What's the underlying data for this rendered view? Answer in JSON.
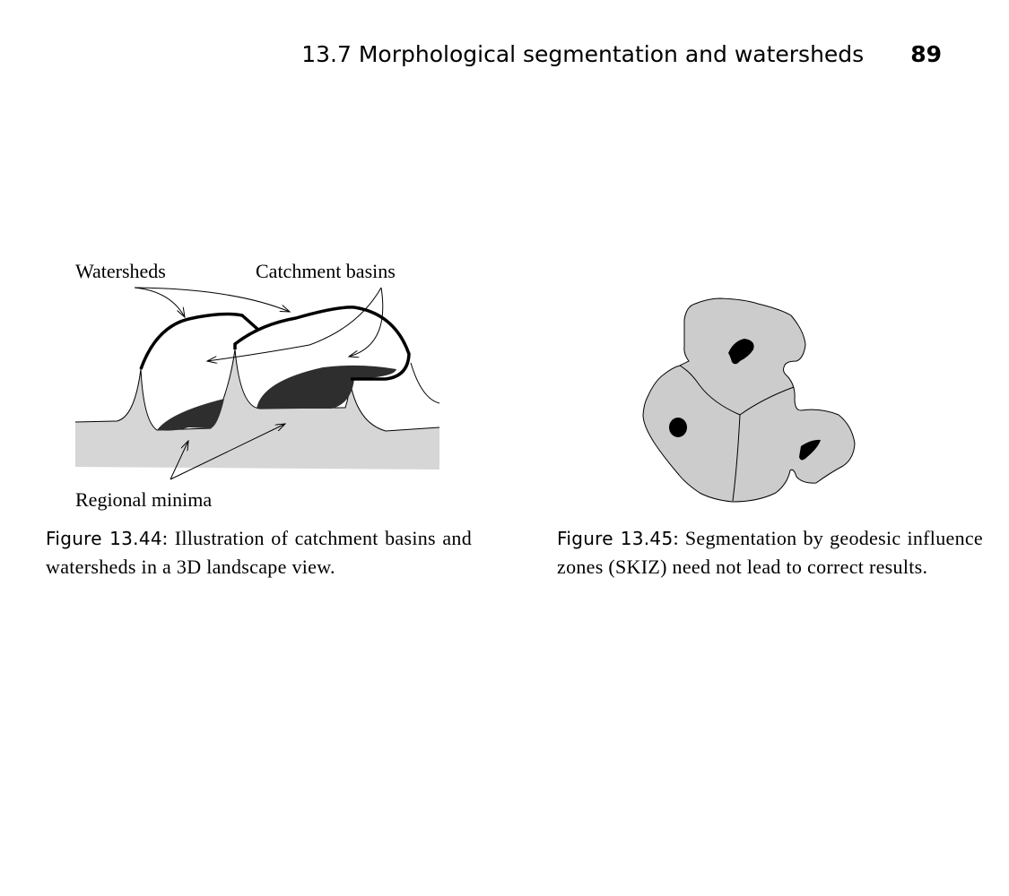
{
  "header": {
    "section_title": "13.7  Morphological segmentation and watersheds",
    "page_number": "89"
  },
  "figure_44": {
    "labels": {
      "watersheds": "Watersheds",
      "catchment_basins": "Catchment basins",
      "regional_minima": "Regional minima"
    },
    "caption_label": "Figure 13.44",
    "caption_text": ": Illustration of catchment basins and watersheds in a 3D landscape view."
  },
  "figure_45": {
    "caption_label": "Figure 13.45",
    "caption_text": ": Segmentation by geodesic influence zones (SKIZ) need not lead to correct results."
  },
  "colors": {
    "ground": "#d6d6d6",
    "basin": "#2e2e2e",
    "region": "#cccccc"
  }
}
